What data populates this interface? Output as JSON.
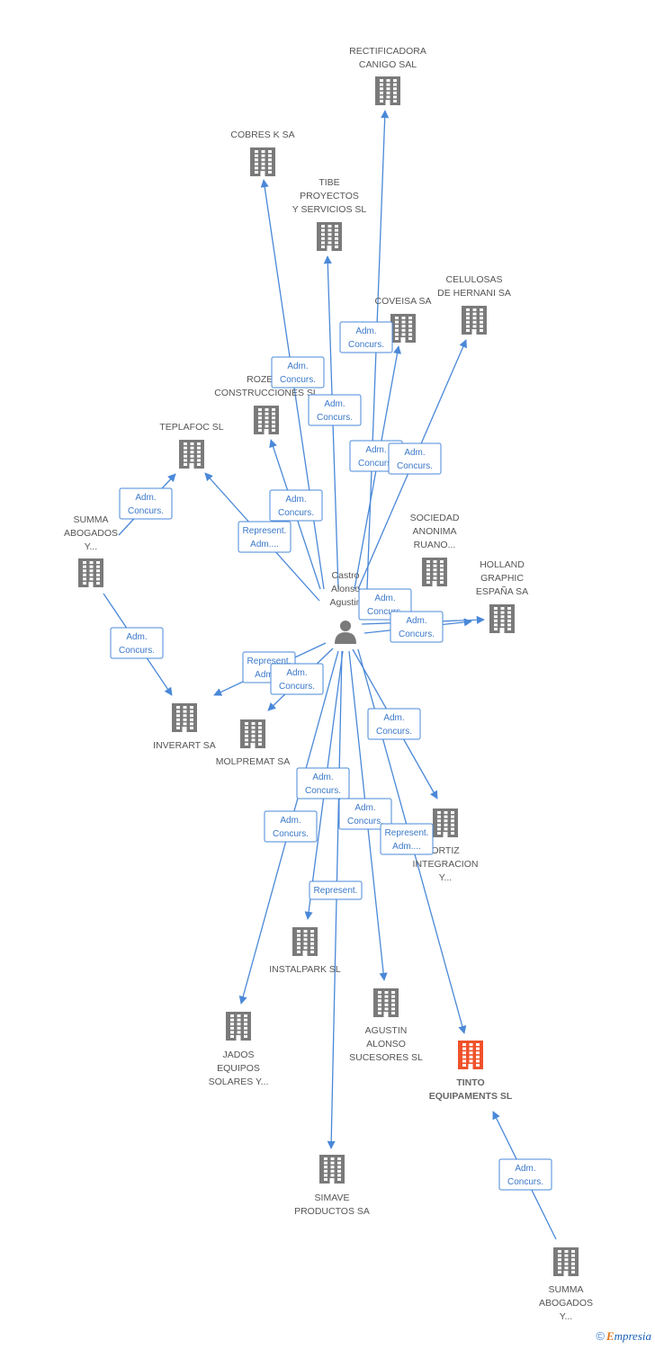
{
  "center": {
    "lines": [
      "Castro",
      "Alonso",
      "Agustin"
    ]
  },
  "colors": {
    "edge": "#4a88d8",
    "building": "#7a7a7a",
    "highlight": "#f0522b"
  },
  "nodes": [
    {
      "id": "rectificadora",
      "lines": [
        "RECTIFICADORA",
        "CANIGO SAL"
      ]
    },
    {
      "id": "cobres",
      "lines": [
        "COBRES K SA"
      ]
    },
    {
      "id": "tibe",
      "lines": [
        "TIBE",
        "PROYECTOS",
        "Y SERVICIOS SL"
      ]
    },
    {
      "id": "coveisa",
      "lines": [
        "COVEISA SA"
      ]
    },
    {
      "id": "celulosas",
      "lines": [
        "CELULOSAS",
        "DE HERNANI SA"
      ]
    },
    {
      "id": "rozeca",
      "lines": [
        "ROZECA",
        "CONSTRUCCIONES SL"
      ]
    },
    {
      "id": "teplafoc",
      "lines": [
        "TEPLAFOC SL"
      ]
    },
    {
      "id": "summa1",
      "lines": [
        "SUMMA",
        "ABOGADOS",
        "Y..."
      ]
    },
    {
      "id": "sociedad",
      "lines": [
        "SOCIEDAD",
        "ANONIMA",
        "RUANO..."
      ]
    },
    {
      "id": "holland",
      "lines": [
        "HOLLAND",
        "GRAPHIC",
        "ESPAÑA SA"
      ]
    },
    {
      "id": "inverart",
      "lines": [
        "INVERART SA"
      ]
    },
    {
      "id": "molpremat",
      "lines": [
        "MOLPREMAT SA"
      ]
    },
    {
      "id": "ortiz",
      "lines": [
        "ORTIZ",
        "INTEGRACION",
        "Y..."
      ]
    },
    {
      "id": "instalpark",
      "lines": [
        "INSTALPARK SL"
      ]
    },
    {
      "id": "agustin",
      "lines": [
        "AGUSTIN",
        "ALONSO",
        "SUCESORES SL"
      ]
    },
    {
      "id": "jados",
      "lines": [
        "JADOS",
        "EQUIPOS",
        "SOLARES Y..."
      ]
    },
    {
      "id": "tinto",
      "lines": [
        "TINTO",
        "EQUIPAMENTS SL"
      ],
      "highlight": true
    },
    {
      "id": "simave",
      "lines": [
        "SIMAVE",
        "PRODUCTOS SA"
      ]
    },
    {
      "id": "summa2",
      "lines": [
        "SUMMA",
        "ABOGADOS",
        "Y..."
      ]
    }
  ],
  "edges": [
    {
      "from": "center",
      "to": "rectificadora",
      "lines": [
        "Adm.",
        "Concurs."
      ]
    },
    {
      "from": "center",
      "to": "cobres",
      "lines": [
        "Adm.",
        "Concurs."
      ]
    },
    {
      "from": "center",
      "to": "tibe",
      "lines": [
        "Adm.",
        "Concurs."
      ]
    },
    {
      "from": "center",
      "to": "coveisa",
      "lines": [
        "Adm.",
        "Concurs."
      ]
    },
    {
      "from": "center",
      "to": "celulosas",
      "lines": [
        "Adm.",
        "Concurs."
      ]
    },
    {
      "from": "center",
      "to": "rozeca",
      "lines": [
        "Adm.",
        "Concurs."
      ]
    },
    {
      "from": "center",
      "to": "teplafoc",
      "lines": [
        "Represent.",
        "Adm...."
      ]
    },
    {
      "from": "summa1",
      "to": "teplafoc",
      "lines": [
        "Adm.",
        "Concurs."
      ]
    },
    {
      "from": "summa1",
      "to": "inverart",
      "lines": [
        "Adm.",
        "Concurs."
      ]
    },
    {
      "from": "center",
      "to": "holland",
      "lines": [
        "Adm.",
        "Concurs."
      ]
    },
    {
      "from": "center",
      "to": "holland",
      "lines": [
        "Adm.",
        "Concurs."
      ]
    },
    {
      "from": "center",
      "to": "inverart",
      "lines": [
        "Represent.",
        "Adm...."
      ]
    },
    {
      "from": "center",
      "to": "molpremat",
      "lines": [
        "Adm.",
        "Concurs."
      ]
    },
    {
      "from": "center",
      "to": "ortiz",
      "lines": [
        "Adm.",
        "Concurs."
      ]
    },
    {
      "from": "center",
      "to": "instalpark",
      "lines": [
        "Adm.",
        "Concurs."
      ]
    },
    {
      "from": "center",
      "to": "agustin",
      "lines": [
        "Adm.",
        "Concurs."
      ]
    },
    {
      "from": "center",
      "to": "jados",
      "lines": [
        "Adm.",
        "Concurs."
      ]
    },
    {
      "from": "center",
      "to": "tinto",
      "lines": [
        "Represent.",
        "Adm...."
      ]
    },
    {
      "from": "center",
      "to": "simave",
      "lines": [
        "Represent."
      ]
    },
    {
      "from": "summa2",
      "to": "tinto",
      "lines": [
        "Adm.",
        "Concurs."
      ]
    }
  ],
  "footer": {
    "copyright": "©",
    "brand_first": "E",
    "brand_rest": "mpresia"
  }
}
